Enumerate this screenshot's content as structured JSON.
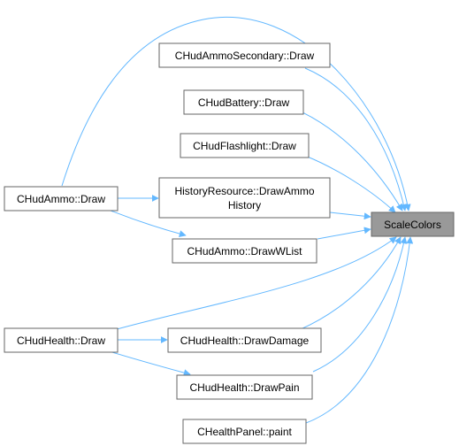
{
  "colors": {
    "edge": "#63b8ff",
    "node_border": "#666666",
    "node_fill": "#ffffff",
    "target_fill": "#999999"
  },
  "nodes": {
    "scale_colors": "ScaleColors",
    "ammo_secondary_draw": "CHudAmmoSecondary::Draw",
    "battery_draw": "CHudBattery::Draw",
    "flashlight_draw": "CHudFlashlight::Draw",
    "ammo_draw": "CHudAmmo::Draw",
    "history_resource_line1": "HistoryResource::DrawAmmo",
    "history_resource_line2": "History",
    "ammo_drawwlist": "CHudAmmo::DrawWList",
    "health_draw": "CHudHealth::Draw",
    "health_drawdamage": "CHudHealth::DrawDamage",
    "health_drawpain": "CHudHealth::DrawPain",
    "healthpanel_paint": "CHealthPanel::paint"
  }
}
